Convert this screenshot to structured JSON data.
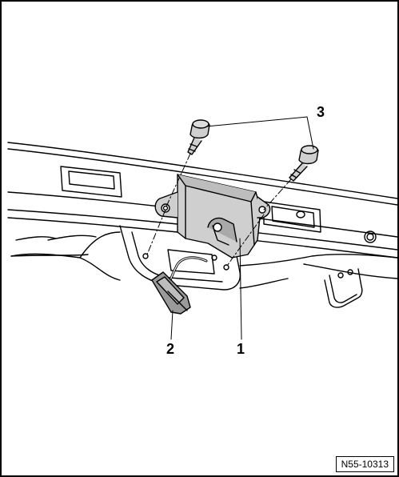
{
  "figure": {
    "id": "N55-10313",
    "callouts": [
      {
        "number": "1"
      },
      {
        "number": "2"
      },
      {
        "number": "3"
      }
    ]
  },
  "colors": {
    "line": "#000000",
    "part_fill": "#cfcfcf",
    "part_shadow": "#a9a9a9",
    "background": "#ffffff"
  }
}
